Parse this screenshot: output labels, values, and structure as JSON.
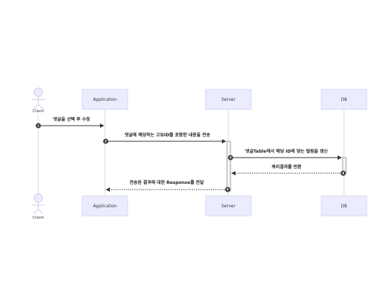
{
  "participants": [
    {
      "id": "client",
      "label": "Client",
      "kind": "actor"
    },
    {
      "id": "application",
      "label": "Application",
      "kind": "box"
    },
    {
      "id": "server",
      "label": "Server",
      "kind": "box"
    },
    {
      "id": "db",
      "label": "DB",
      "kind": "box"
    }
  ],
  "messages": [
    {
      "number": "1",
      "from": "client",
      "to": "application",
      "text": "댓글을 선택 후 수정",
      "style": "solid"
    },
    {
      "number": "2",
      "from": "application",
      "to": "server",
      "text": "댓글에 해당하는 고유ID를 포함한 내용을 전송",
      "style": "solid"
    },
    {
      "number": "3",
      "from": "server",
      "to": "db",
      "text": "댓글Table에서 해당 ID에 맞는 컬럼을 갱신",
      "style": "solid"
    },
    {
      "number": "4",
      "from": "db",
      "to": "server",
      "text": "쿼리결과를 반환",
      "style": "dashed"
    },
    {
      "number": "5",
      "from": "server",
      "to": "application",
      "text": "전송된 결과에 대한 Response를 전달",
      "style": "dashed"
    }
  ]
}
